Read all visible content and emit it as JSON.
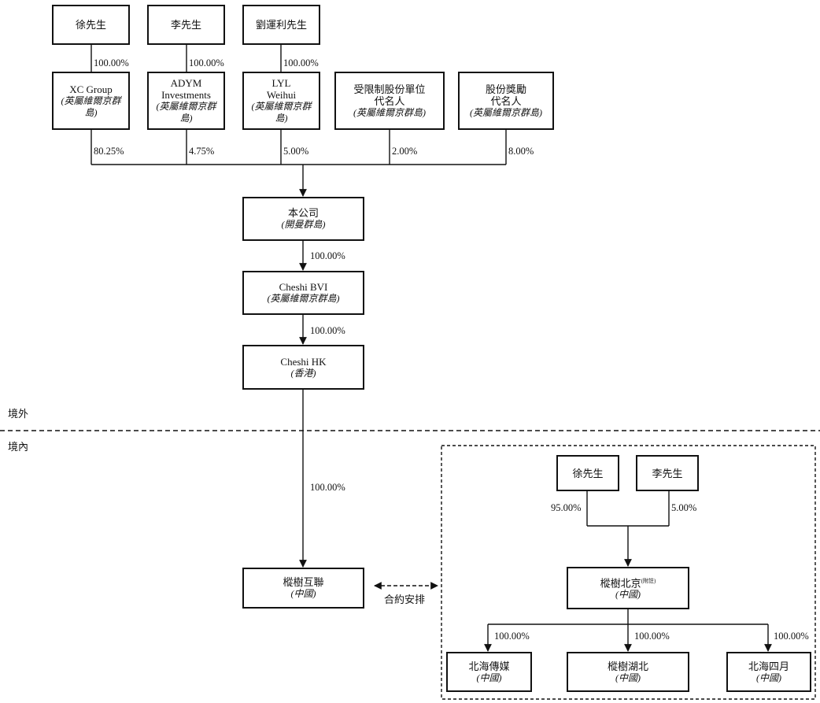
{
  "zones": {
    "offshore": "境外",
    "onshore": "境內"
  },
  "shareholders": {
    "xu": "徐先生",
    "li": "李先生",
    "liu": "劉運利先生"
  },
  "holdcos": {
    "xc": {
      "name": "XC Group",
      "sub": "(英屬維爾京群島)"
    },
    "adym": {
      "name_1": "ADYM",
      "name_2": "Investments",
      "sub": "(英屬維爾京群島)"
    },
    "lyl": {
      "name_1": "LYL",
      "name_2": "Weihui",
      "sub": "(英屬維爾京群島)"
    },
    "rsu": {
      "name_1": "受限制股份單位",
      "name_2": "代名人",
      "sub": "(英屬維爾京群島)"
    },
    "incentive": {
      "name_1": "股份獎勵",
      "name_2": "代名人",
      "sub": "(英屬維爾京群島)"
    }
  },
  "company": {
    "name": "本公司",
    "sub": "(開曼群島)"
  },
  "bvi": {
    "name": "Cheshi BVI",
    "sub": "(英屬維爾京群島)"
  },
  "hk": {
    "name": "Cheshi HK",
    "sub": "(香港)"
  },
  "wfoe": {
    "name": "樅樹互聯",
    "sub": "(中國)"
  },
  "contract_label": "合約安排",
  "vie": {
    "xu": "徐先生",
    "li": "李先生",
    "opco": {
      "name": "樅樹北京",
      "note": "(附註)",
      "sub": "(中國)"
    },
    "subs": [
      {
        "name": "北海傳媒",
        "sub": "(中國)"
      },
      {
        "name": "樅樹湖北",
        "sub": "(中國)"
      },
      {
        "name": "北海四月",
        "sub": "(中國)"
      }
    ]
  },
  "percentages": {
    "xu_xc": "100.00%",
    "li_adym": "100.00%",
    "liu_lyl": "100.00%",
    "xc_co": "80.25%",
    "adym_co": "4.75%",
    "lyl_co": "5.00%",
    "rsu_co": "2.00%",
    "incentive_co": "8.00%",
    "co_bvi": "100.00%",
    "bvi_hk": "100.00%",
    "hk_wfoe": "100.00%",
    "xu_opco": "95.00%",
    "li_opco": "5.00%",
    "opco_sub1": "100.00%",
    "opco_sub2": "100.00%",
    "opco_sub3": "100.00%"
  }
}
